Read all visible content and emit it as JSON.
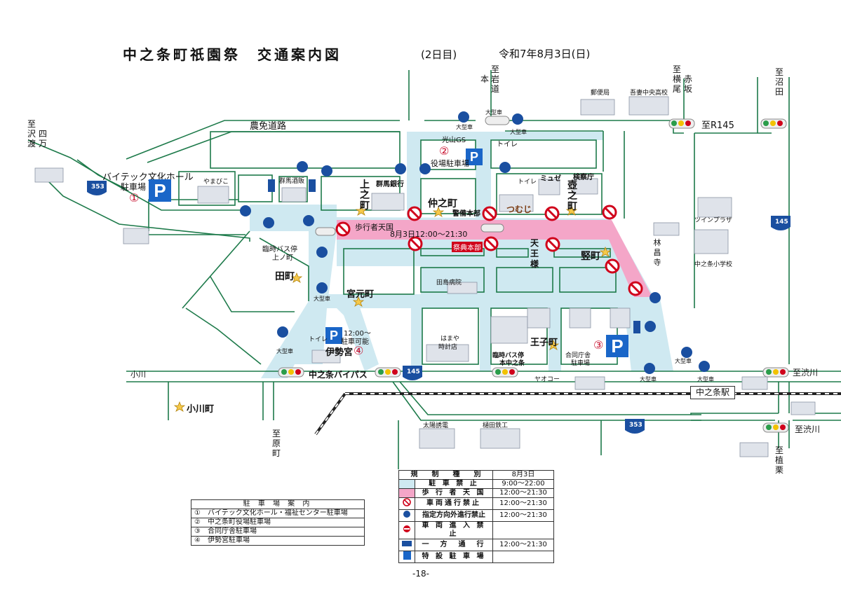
{
  "title": "中之条町祇園祭　交通案内図",
  "subtitle": "(2日目)",
  "date": "令和7年8月3日(日)",
  "directions": {
    "iwamotodo": [
      "至",
      "岩",
      "本",
      "道"
    ],
    "yokoo": [
      "至",
      "横",
      "尾",
      "赤",
      "坂"
    ],
    "numata": [
      "至",
      "沼",
      "田"
    ],
    "shima": [
      "至",
      "沢",
      "渡",
      "四",
      "万"
    ],
    "r145": "至R145",
    "hara": [
      "至",
      "原",
      "町"
    ],
    "shibukawa1": "至渋川",
    "shibukawa2": "至渋川",
    "ueki": [
      "至",
      "植",
      "栗"
    ]
  },
  "roads": {
    "noumen": "農免道路",
    "bypass": "中之条バイパス",
    "ogawa": "小川"
  },
  "route_shields": [
    "353",
    "145",
    "353",
    "145"
  ],
  "places": {
    "post": "郵便局",
    "highschool": "吾妻中央高校",
    "hall": "バイテック文化ホール",
    "hall2": "駐車場",
    "yamabiko": "やまびこ",
    "gunma_sake": "群馬酒販",
    "gunma_bank": "群馬銀行",
    "gs": "光山GS",
    "toilet1": "トイレ",
    "toilet2": "トイレ",
    "toilet3": "トイレ",
    "museum": "ミュゼ",
    "prosecutor": "検察庁",
    "office_parking": "役場駐車場",
    "police": "警備本部",
    "tsumuji": "つむじ",
    "twinplaza": "ツインプラザ",
    "elem": "中之条小学校",
    "rinshoji": [
      "林",
      "昌",
      "寺"
    ],
    "bus_kami": "臨時バス停",
    "bus_kami2": "上ノ町",
    "pedestrian": "歩行者天国",
    "ped_time": "8月3日12:00～21:30",
    "matsuri_hq": "祭典本部",
    "tajima": "田島病院",
    "hamaya": "はまや",
    "hamaya2": "時計店",
    "bus_hon": "臨時バス停",
    "bus_hon2": "本中之条",
    "yaoko": "ヤオコー",
    "gocho": "合同庁舎",
    "gocho2": "駐車場",
    "isemiya_time": "12:00～",
    "isemiya_time2": "駐車可能",
    "taiyo": "太陽誘電",
    "hida": "樋田鉄工",
    "station": "中之条駅"
  },
  "towns": {
    "kaminomachi": [
      "上",
      "之",
      "町"
    ],
    "nakanomachi": "仲之町",
    "tenno": [
      "天",
      "王",
      "様"
    ],
    "tsuboicho": [
      "壺",
      "之",
      "町"
    ],
    "tatemachi": "竪町",
    "tamachi": "田町",
    "miyamoto": "宮元町",
    "ojicho": "王子町",
    "isemiya": "伊勢宮",
    "ogawacho": "小川町"
  },
  "large_vehicle": [
    "大型車",
    "大型車",
    "大型車",
    "大型車",
    "大型車",
    "大型車",
    "大型車",
    "大型車"
  ],
  "parking_numbers": [
    "①",
    "②",
    "③",
    "④"
  ],
  "parking_guide": {
    "header": "駐 車 場 案 内",
    "items": [
      "①　バイテック文化ホール・福祉センター駐車場",
      "②　中之条町役場駐車場",
      "③　合同庁舎駐車場",
      "④　伊勢宮駐車場"
    ]
  },
  "legend": {
    "head_type": "規　　制　　種　　別",
    "head_date": "8月3日",
    "rows": [
      {
        "name": "駐 車 禁 止",
        "time": "9:00～22:00",
        "color": "#cfe9f1"
      },
      {
        "name": "歩 行 者 天 国",
        "time": "12:00～21:30",
        "color": "#f4a6c8"
      },
      {
        "name": "車両通行禁止",
        "time": "12:00～21:30",
        "color": ""
      },
      {
        "name": "指定方向外進行禁止",
        "time": "12:00～21:30",
        "color": ""
      },
      {
        "name": "車 両 進 入 禁 止",
        "time": "",
        "color": ""
      },
      {
        "name": "一　方　通　行",
        "time": "12:00～21:30",
        "color": ""
      },
      {
        "name": "特 設 駐 車 場",
        "time": "",
        "color": ""
      }
    ]
  },
  "page_number": "-18-",
  "colors": {
    "no_parking": "#cfe9f1",
    "pedestrian": "#f4a6c8",
    "road_line": "#1d7a4a",
    "prohibit": "#d0021b",
    "sign_blue": "#1a4fa0",
    "parking": "#1a66c8"
  }
}
